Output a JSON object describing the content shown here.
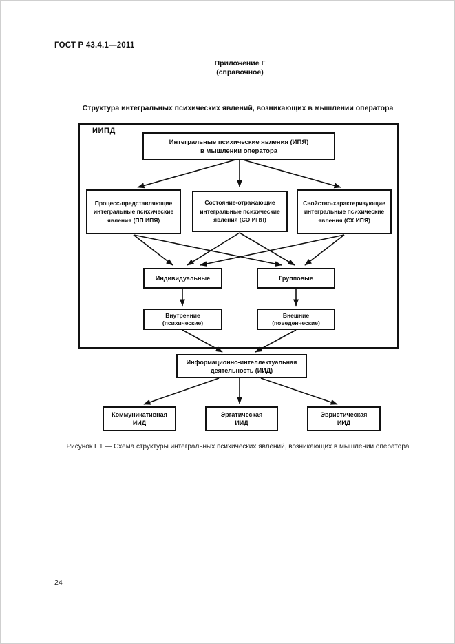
{
  "page": {
    "doc_number": "ГОСТ Р 43.4.1—2011",
    "appendix_heading": "Приложение Г\n(справочное)",
    "section_title": "Структура интегральных психических явлений, возникающих в мышлении оператора",
    "figure_caption": "Рисунок Г.1 — Схема структуры интегральных психических явлений, возникающих в мышлении оператора",
    "page_number": "24"
  },
  "diagram": {
    "container_label": "ИИПД",
    "nodes": {
      "root": {
        "label": "Интегральные психические явления (ИПЯ)\nв мышлении оператора"
      },
      "process": {
        "label": "Процесс-представляющие\nинтегральные психические\nявления (ПП ИПЯ)"
      },
      "state": {
        "label": "Состояние-отражающие\nинтегральные психические\nявления (СО ИПЯ)"
      },
      "property": {
        "label": "Свойство-характеризующие\nинтегральные психические\nявления (СХ ИПЯ)"
      },
      "individual": {
        "label": "Индивидуальные"
      },
      "group": {
        "label": "Групповые"
      },
      "internal": {
        "label": "Внутренние\n(психические)"
      },
      "external": {
        "label": "Внешние\n(поведенческие)"
      },
      "iid": {
        "label": "Информационно-интеллектуальная\nдеятельность (ИИД)"
      },
      "communicative": {
        "label": "Коммуникативная\nИИД"
      },
      "ergatic": {
        "label": "Эргатическая\nИИД"
      },
      "heuristic": {
        "label": "Эвристическая\nИИД"
      }
    },
    "colors": {
      "line": "#111111",
      "box_background": "#ffffff",
      "text": "#111111"
    }
  }
}
